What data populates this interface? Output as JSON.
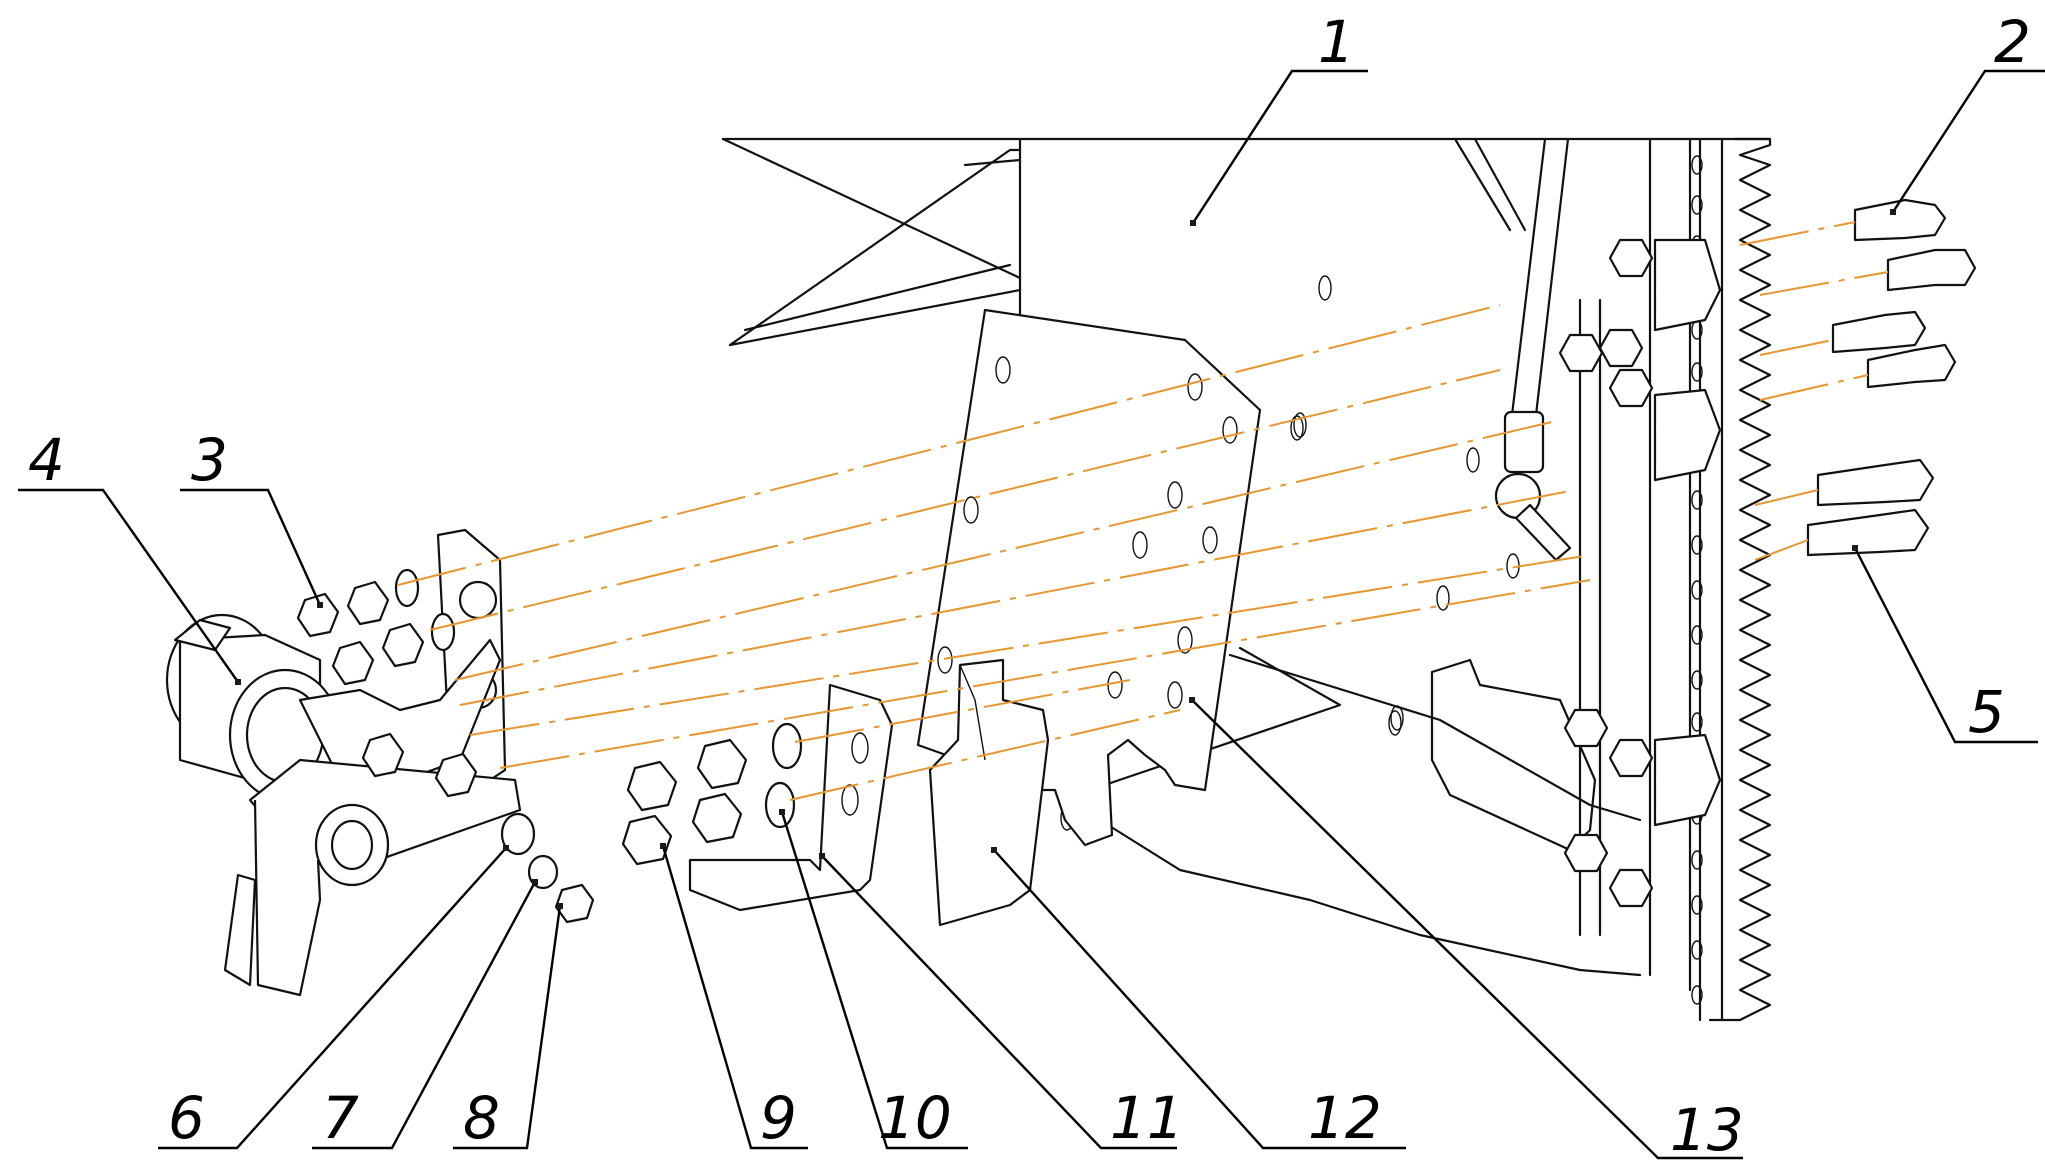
{
  "drawing": {
    "axis_color": "#e8962f",
    "line_color": "#111111",
    "callouts": [
      {
        "label": "1",
        "part": "header frame"
      },
      {
        "label": "2",
        "part": "bolt"
      },
      {
        "label": "3",
        "part": "nut"
      },
      {
        "label": "4",
        "part": "drive head assembly"
      },
      {
        "label": "5",
        "part": "bolt"
      },
      {
        "label": "6",
        "part": "washer"
      },
      {
        "label": "7",
        "part": "spring washer"
      },
      {
        "label": "8",
        "part": "nut"
      },
      {
        "label": "9",
        "part": "nut"
      },
      {
        "label": "10",
        "part": "washer"
      },
      {
        "label": "11",
        "part": "angle bracket"
      },
      {
        "label": "12",
        "part": "plate"
      },
      {
        "label": "13",
        "part": "mounting plate"
      }
    ]
  }
}
